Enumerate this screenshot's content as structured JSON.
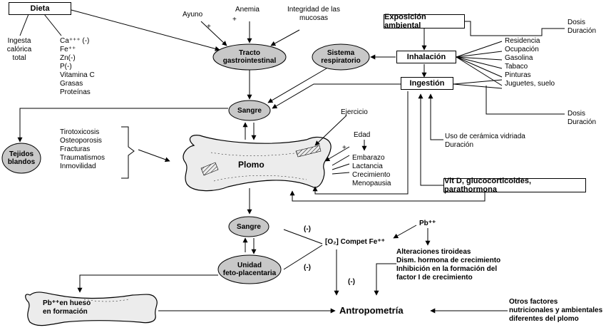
{
  "dieta": {
    "title": "Dieta",
    "ingesta": [
      "Ingesta",
      "calórica",
      "total"
    ],
    "minerals": [
      "Ca⁺⁺⁺ (-)",
      "Fe⁺⁺",
      "Zn(-)",
      "P(-)",
      "Vitamina C",
      "Grasas",
      "Proteínas"
    ]
  },
  "git": {
    "ayuno": "Ayuno",
    "anemia": "Anemia",
    "integridad": [
      "Integridad de las",
      "mucosas"
    ],
    "tracto": [
      "Tracto",
      "gastrointestinal"
    ],
    "plus_ayuno": "+",
    "plus_anemia": "+"
  },
  "sistema_respiratorio": [
    "Sistema",
    "respiratorio"
  ],
  "exposicion": {
    "title": "Exposición ambiental",
    "inhalacion": "Inhalación",
    "ingestion": "Ingestión",
    "dosis_top": [
      "Dosis",
      "Duración"
    ],
    "dosis_bottom": [
      "Dosis",
      "Duración"
    ],
    "sources": [
      "Residencia",
      "Ocupación",
      "Gasolina",
      "Tabaco",
      "Pinturas",
      "Juguetes, suelo"
    ]
  },
  "sangre_top": "Sangre",
  "tejidos": [
    "Tejidos",
    "blandos"
  ],
  "conditions": [
    "Tirotoxicosis",
    "Osteoporosis",
    "Fracturas",
    "Traumatismos",
    "Inmovilidad"
  ],
  "plomo": "Plomo",
  "ejercicio": "Ejercicio",
  "edad": "Edad",
  "edad_plus": "+",
  "states": [
    "Embarazo",
    "Lactancia",
    "Crecimiento",
    "Menopausia"
  ],
  "ceramica": [
    "Uso de cerámica vidriada",
    "Duración"
  ],
  "vitd": "Vit D, glucocorticoides, parathormona",
  "sangre_bottom": "Sangre",
  "feto": [
    "Unidad",
    "feto-placentaria"
  ],
  "minus_1": "(-)",
  "minus_2": "(-)",
  "minus_3": "(-)",
  "o2": "[O₂]  Compet Fe⁺⁺",
  "pb": "Pb⁺⁺",
  "alteraciones": [
    "Alteraciones tiroideas",
    "Dism. hormona de crecimiento",
    "Inhibición en la formación del",
    "factor I de crecimiento"
  ],
  "pb_hueso": [
    "Pb⁺⁺en hueso",
    "en formación"
  ],
  "antropometria": "Antropometría",
  "otros": [
    "Otros factores",
    "nutricionales y ambientales",
    "diferentes del plomo"
  ]
}
